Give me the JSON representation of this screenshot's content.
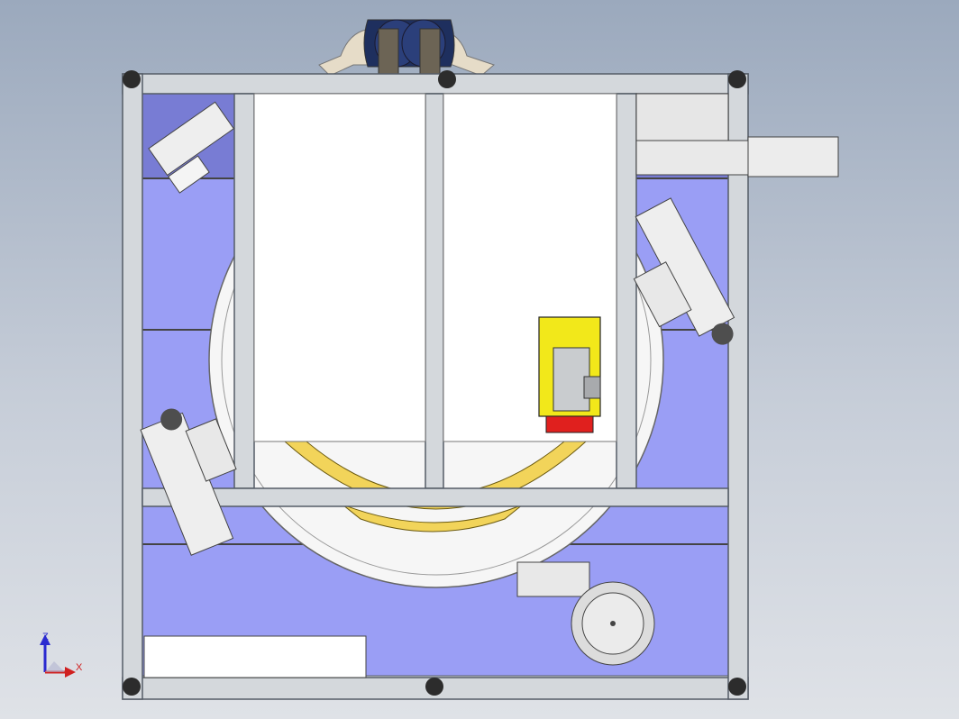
{
  "viewport": {
    "title": "",
    "background_top": "#9ba9bd",
    "background_bottom": "#dfe2e7"
  },
  "colors": {
    "frame": "#d4d8dc",
    "frame_edge": "#555c66",
    "floor_plate": "#9a9ef5",
    "floor_plate_dark": "#6a6fc8",
    "table": "#f7f7f7",
    "ring": "#f2d45a",
    "motor_housing": "#f2e81a",
    "motor_cap": "#e0201e",
    "motor_body": "#c9cccf"
  },
  "triad": {
    "z_label": "Z",
    "x_label": "X",
    "z_color": "#2a2ad0",
    "x_color": "#d02020"
  },
  "components": [
    "aluminium-profile-frame",
    "rotary-table",
    "yellow-ring-gear",
    "drive-motor",
    "robot-gripper-module",
    "linear-slide",
    "vibratory-feeder",
    "operator"
  ]
}
